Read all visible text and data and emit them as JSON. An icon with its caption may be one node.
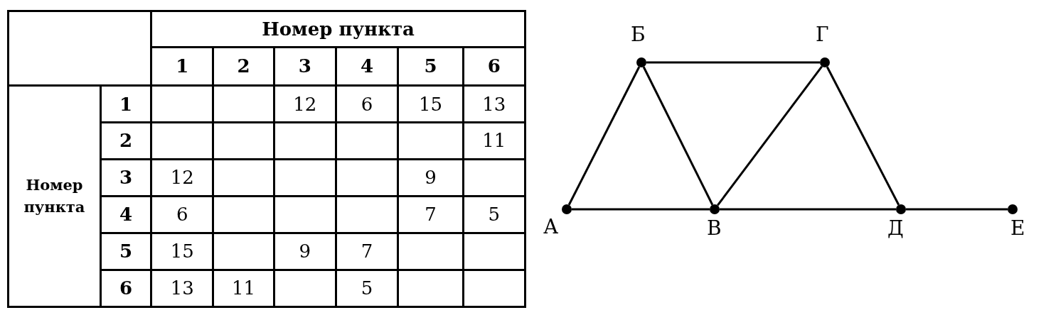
{
  "diagram": {
    "nodes": [
      {
        "text": [
          "А"
        ]
      },
      {
        "text": [
          "Б"
        ]
      },
      {
        "text": [
          "В"
        ]
      },
      {
        "text": [
          "Г"
        ]
      },
      {
        "text": [
          "Д"
        ]
      },
      {
        "text": [
          "Е"
        ]
      }
    ],
    "edges": [
      {
        "from": 0,
        "to": 1,
        "arrow": "none"
      },
      {
        "from": 1,
        "to": 3,
        "arrow": "none"
      },
      {
        "from": 1,
        "to": 2,
        "arrow": "none"
      },
      {
        "from": 2,
        "to": 3,
        "arrow": "none"
      },
      {
        "from": 3,
        "to": 4,
        "arrow": "none"
      },
      {
        "from": 0,
        "to": 2,
        "arrow": "none"
      },
      {
        "from": 2,
        "to": 4,
        "arrow": "none"
      },
      {
        "from": 4,
        "to": 5,
        "arrow": "none"
      }
    ],
    "labels": [
      "Номер пункта",
      "1",
      "2",
      "3",
      "4",
      "5",
      "6",
      "1",
      "12",
      "6",
      "15",
      "13",
      "2",
      "11",
      "Номер пункта",
      "3",
      "12",
      "9",
      "4",
      "6",
      "7",
      "5",
      "5",
      "15",
      "9",
      "7",
      "6",
      "13",
      "11",
      "5"
    ]
  }
}
